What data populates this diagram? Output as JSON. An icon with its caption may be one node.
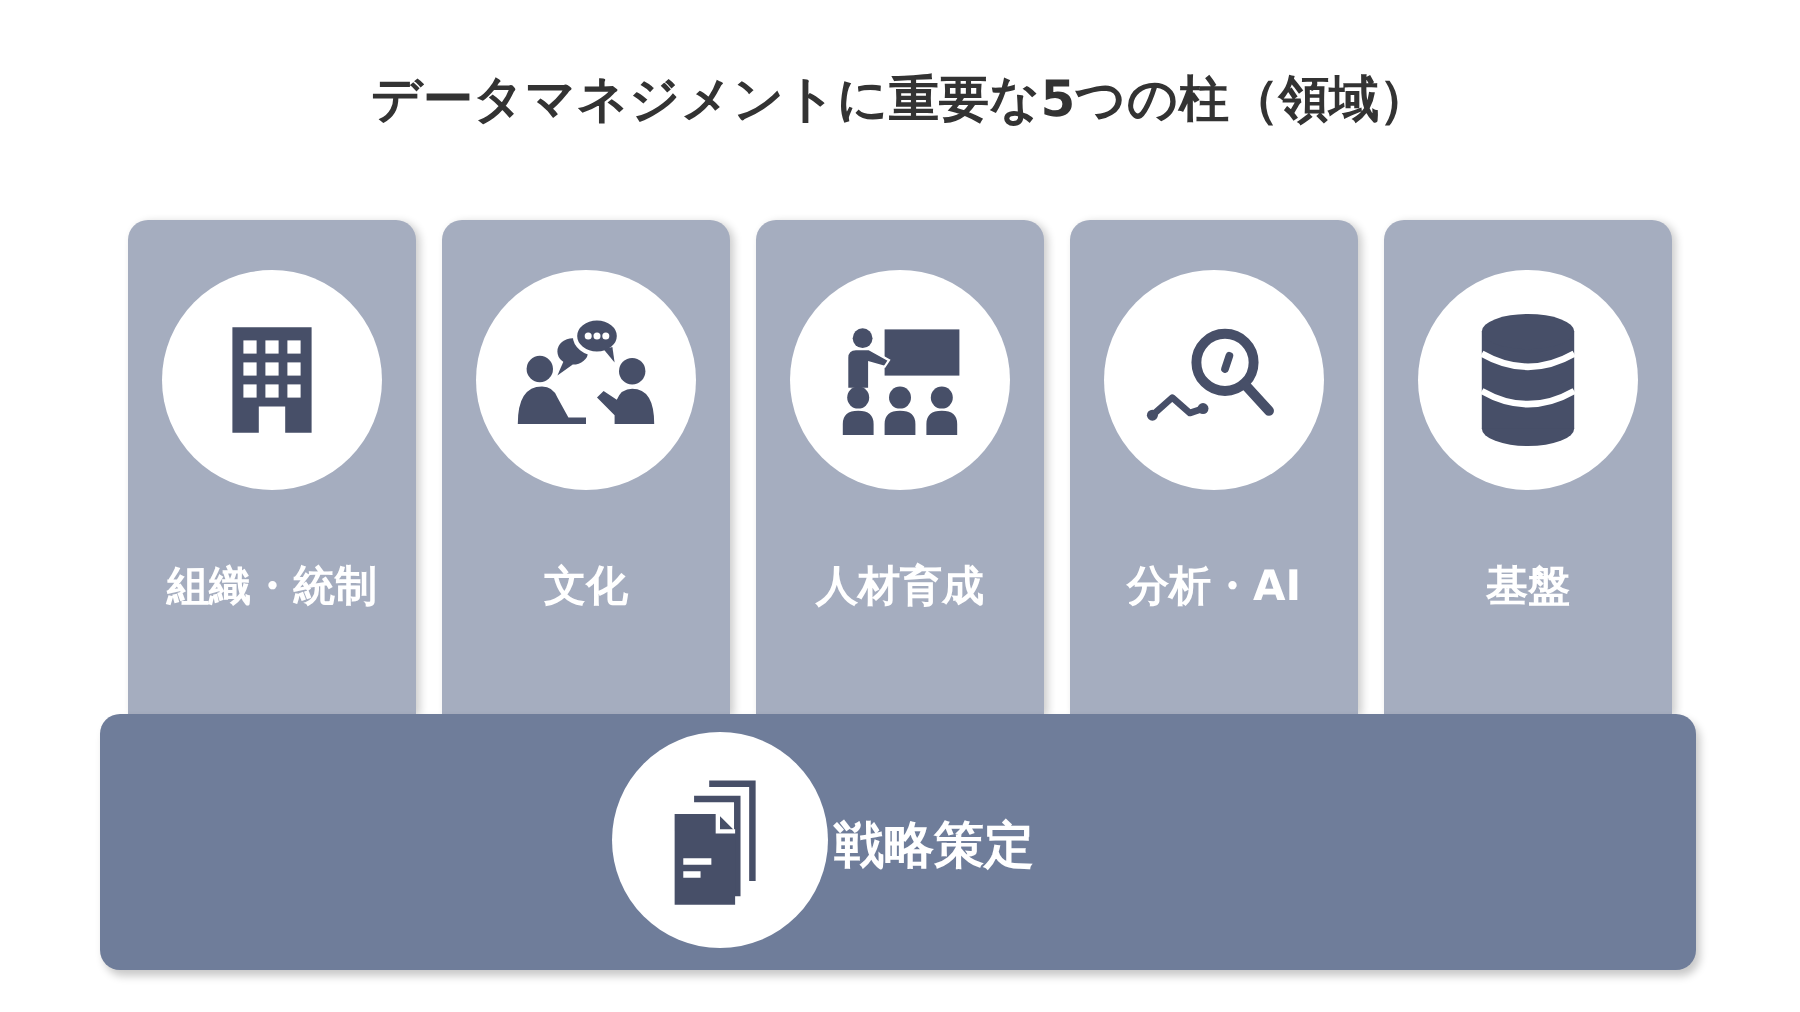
{
  "diagram": {
    "title": "データマネジメントに重要な5つの柱（領域）",
    "nodes": [
      {
        "text": [
          "組織・統制"
        ]
      },
      {
        "text": [
          "文化"
        ]
      },
      {
        "text": [
          "人材育成"
        ]
      },
      {
        "text": [
          "分析・AI"
        ]
      },
      {
        "text": [
          "基盤"
        ]
      },
      {
        "text": [
          "戦略策定"
        ]
      }
    ]
  }
}
